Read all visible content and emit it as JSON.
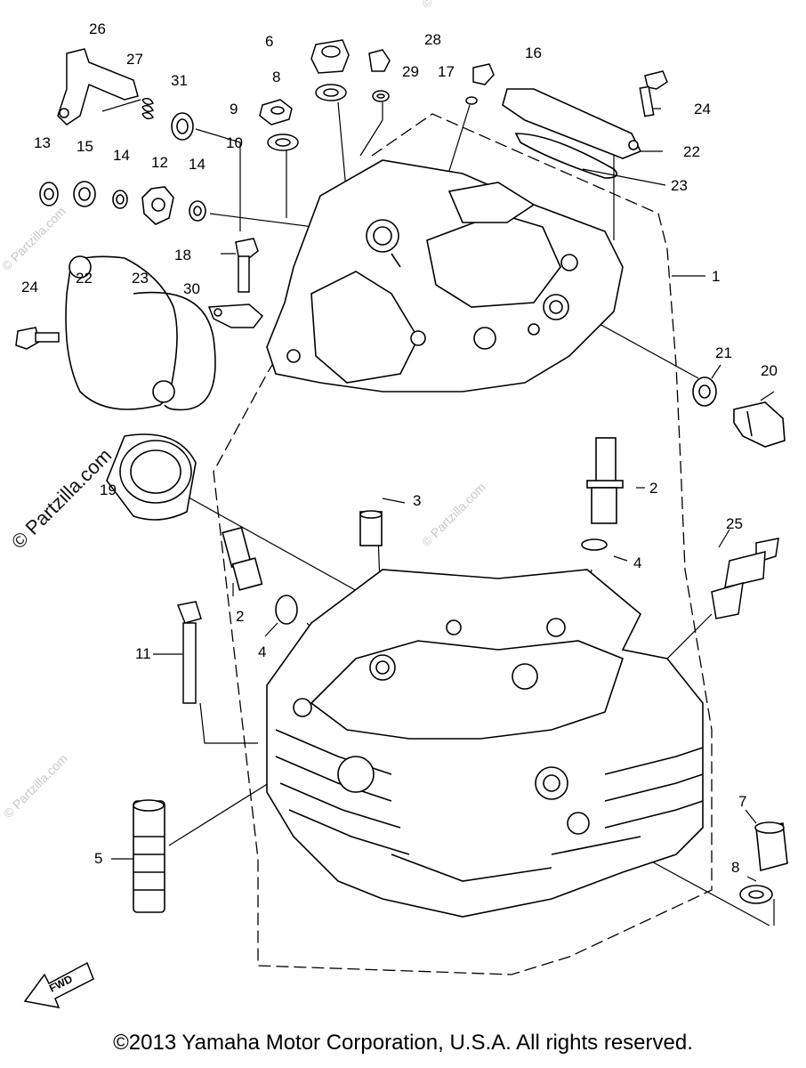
{
  "diagram": {
    "watermark": "© Partzilla.com",
    "fwd_label": "FWD",
    "copyright": "©2013 Yamaha Motor Corporation, U.S.A. All rights reserved.",
    "callouts": {
      "c26": "26",
      "c27": "27",
      "c31": "31",
      "c13": "13",
      "c15": "15",
      "c14a": "14",
      "c12": "12",
      "c14b": "14",
      "c6": "6",
      "c8a": "8",
      "c9": "9",
      "c10": "10",
      "c28": "28",
      "c29": "29",
      "c17": "17",
      "c16": "16",
      "c24a": "24",
      "c22a": "22",
      "c23a": "23",
      "c1": "1",
      "c18": "18",
      "c24b": "24",
      "c22b": "22",
      "c23b": "23",
      "c30": "30",
      "c21": "21",
      "c20": "20",
      "c19": "19",
      "c3": "3",
      "c2a": "2",
      "c4a": "4",
      "c2b": "2",
      "c4b": "4",
      "c25": "25",
      "c11": "11",
      "c5": "5",
      "c7": "7",
      "c8b": "8"
    }
  }
}
